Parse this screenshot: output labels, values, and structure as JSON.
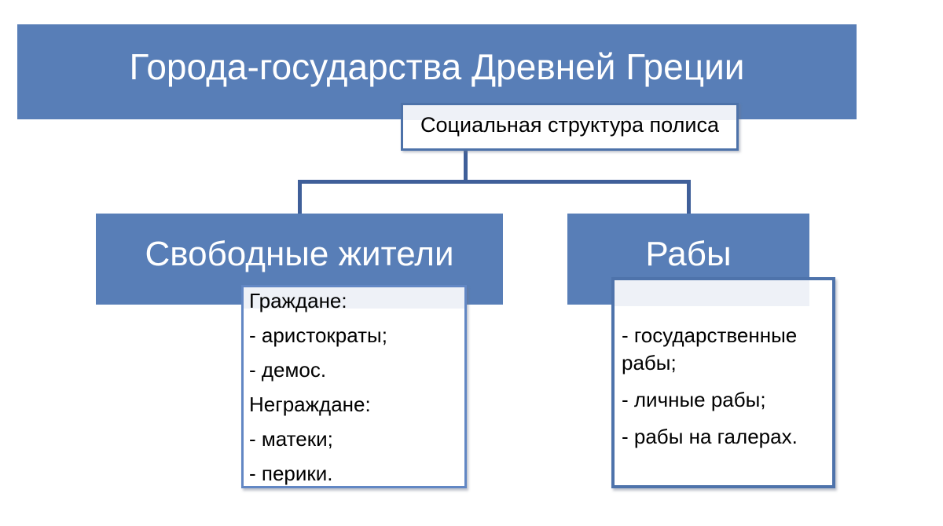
{
  "slide": {
    "title": "Города-государства Древней Греции"
  },
  "diagram": {
    "root": {
      "label": "Социальная структура полиса"
    },
    "branches": [
      {
        "header": "Свободные жители",
        "items": [
          "Граждане:",
          "- аристократы;",
          "- демос.",
          "Неграждане:",
          "- матеки;",
          "- перики."
        ]
      },
      {
        "header": "Рабы",
        "items": [
          "- государственные рабы;",
          "- личные рабы;",
          "- рабы на галерах."
        ]
      }
    ]
  },
  "colors": {
    "banner_blue": "#587eb7",
    "connector_blue": "#3f5f99",
    "root_box_border": "#4d72a9",
    "left_detail_border": "#6287c4",
    "right_detail_border": "#4e73ab",
    "header_strip": "#eef1f7",
    "title_text": "#ffffff",
    "body_text": "#000000"
  }
}
